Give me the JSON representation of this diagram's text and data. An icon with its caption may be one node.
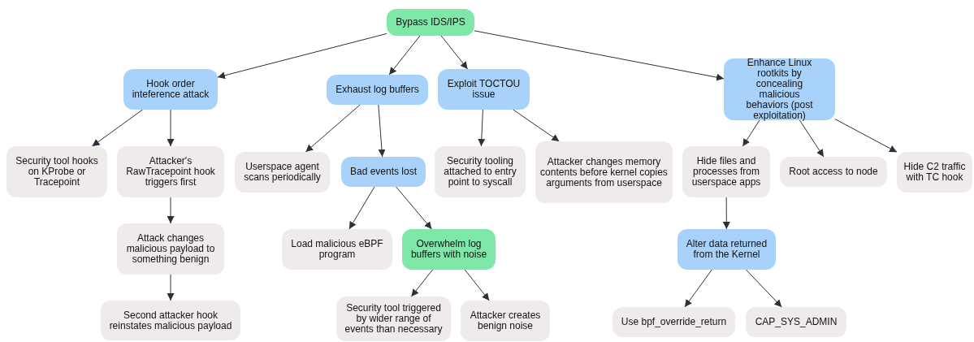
{
  "diagram": {
    "nodes": [
      {
        "text": [
          "Bypass IDS/IPS"
        ]
      },
      {
        "text": [
          "Hook order inteference attack"
        ]
      },
      {
        "text": [
          "Exhaust log buffers"
        ]
      },
      {
        "text": [
          "Exploit TOCTOU issue"
        ]
      },
      {
        "text": [
          "Enhance Linux rootkits by concealing malicious behaviors (post exploitation)"
        ]
      },
      {
        "text": [
          "Security tool hooks on KProbe or Tracepoint"
        ]
      },
      {
        "text": [
          "Attacker's RawTracepoint hook triggers first"
        ]
      },
      {
        "text": [
          "Attack changes malicious payload to something benign"
        ]
      },
      {
        "text": [
          "Second attacker hook reinstates malicious payload"
        ]
      },
      {
        "text": [
          "Userspace agent scans periodically"
        ]
      },
      {
        "text": [
          "Bad events lost"
        ]
      },
      {
        "text": [
          "Load malicious eBPF program"
        ]
      },
      {
        "text": [
          "Overwhelm log buffers with noise"
        ]
      },
      {
        "text": [
          "Security tool triggered by wider range of events than necessary"
        ]
      },
      {
        "text": [
          "Attacker creates benign noise"
        ]
      },
      {
        "text": [
          "Security tooling attached to entry point to syscall"
        ]
      },
      {
        "text": [
          "Attacker changes memory contents before kernel copies arguments from userspace"
        ]
      },
      {
        "text": [
          "Hide files and processes from userspace apps"
        ]
      },
      {
        "text": [
          "Root access to node"
        ]
      },
      {
        "text": [
          "Hide C2 traffic with TC hook"
        ]
      },
      {
        "text": [
          "Alter data returned from the Kernel"
        ]
      },
      {
        "text": [
          "Use bpf_override_return"
        ]
      },
      {
        "text": [
          "CAP_SYS_ADMIN"
        ]
      }
    ],
    "edges": [
      {
        "from": 0,
        "to": 1,
        "arrow": "to"
      },
      {
        "from": 0,
        "to": 2,
        "arrow": "to"
      },
      {
        "from": 0,
        "to": 3,
        "arrow": "to"
      },
      {
        "from": 0,
        "to": 4,
        "arrow": "to"
      },
      {
        "from": 1,
        "to": 5,
        "arrow": "to"
      },
      {
        "from": 1,
        "to": 6,
        "arrow": "to"
      },
      {
        "from": 6,
        "to": 7,
        "arrow": "to"
      },
      {
        "from": 7,
        "to": 8,
        "arrow": "to"
      },
      {
        "from": 2,
        "to": 9,
        "arrow": "to"
      },
      {
        "from": 2,
        "to": 10,
        "arrow": "to"
      },
      {
        "from": 10,
        "to": 11,
        "arrow": "to"
      },
      {
        "from": 10,
        "to": 12,
        "arrow": "to"
      },
      {
        "from": 12,
        "to": 13,
        "arrow": "to"
      },
      {
        "from": 12,
        "to": 14,
        "arrow": "to"
      },
      {
        "from": 3,
        "to": 15,
        "arrow": "to"
      },
      {
        "from": 3,
        "to": 16,
        "arrow": "to"
      },
      {
        "from": 4,
        "to": 17,
        "arrow": "to"
      },
      {
        "from": 4,
        "to": 18,
        "arrow": "to"
      },
      {
        "from": 4,
        "to": 19,
        "arrow": "to"
      },
      {
        "from": 17,
        "to": 20,
        "arrow": "to"
      },
      {
        "from": 20,
        "to": 21,
        "arrow": "to"
      },
      {
        "from": 20,
        "to": 22,
        "arrow": "to"
      }
    ]
  }
}
